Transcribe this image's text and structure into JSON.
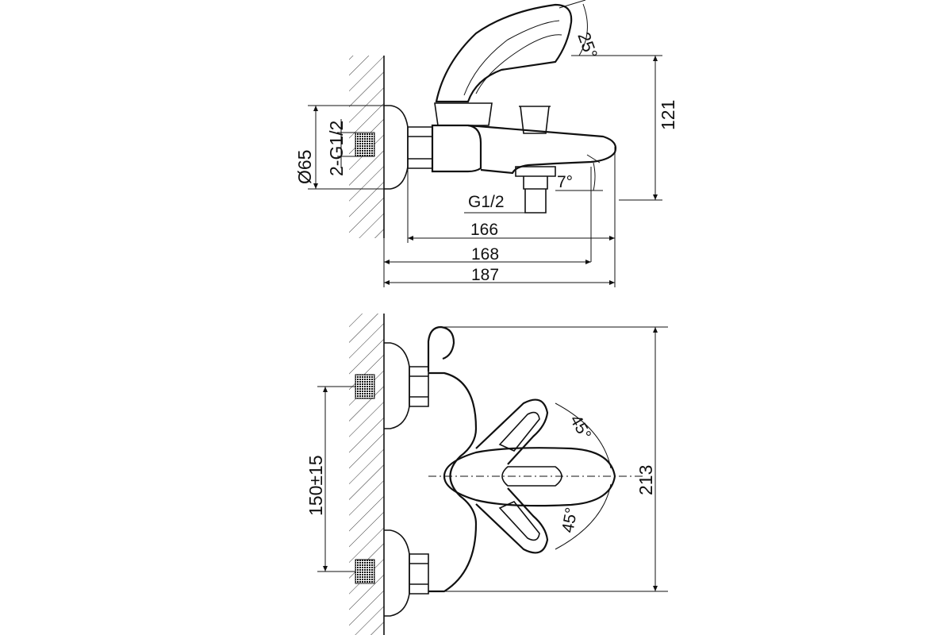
{
  "colors": {
    "line": "#111111",
    "background": "#ffffff"
  },
  "side_view": {
    "dim_angle_lever": "25°",
    "dim_height": "121",
    "dim_diameter": "Ø65",
    "dim_inlet_thread": "2-G1/2",
    "dim_angle_spout": "7°",
    "dim_outlet_thread": "G1/2",
    "dim_166": "166",
    "dim_168": "168",
    "dim_187": "187"
  },
  "top_view": {
    "dim_centers": "150±15",
    "dim_angle_upper": "45°",
    "dim_angle_lower": "45°",
    "dim_width": "213"
  }
}
